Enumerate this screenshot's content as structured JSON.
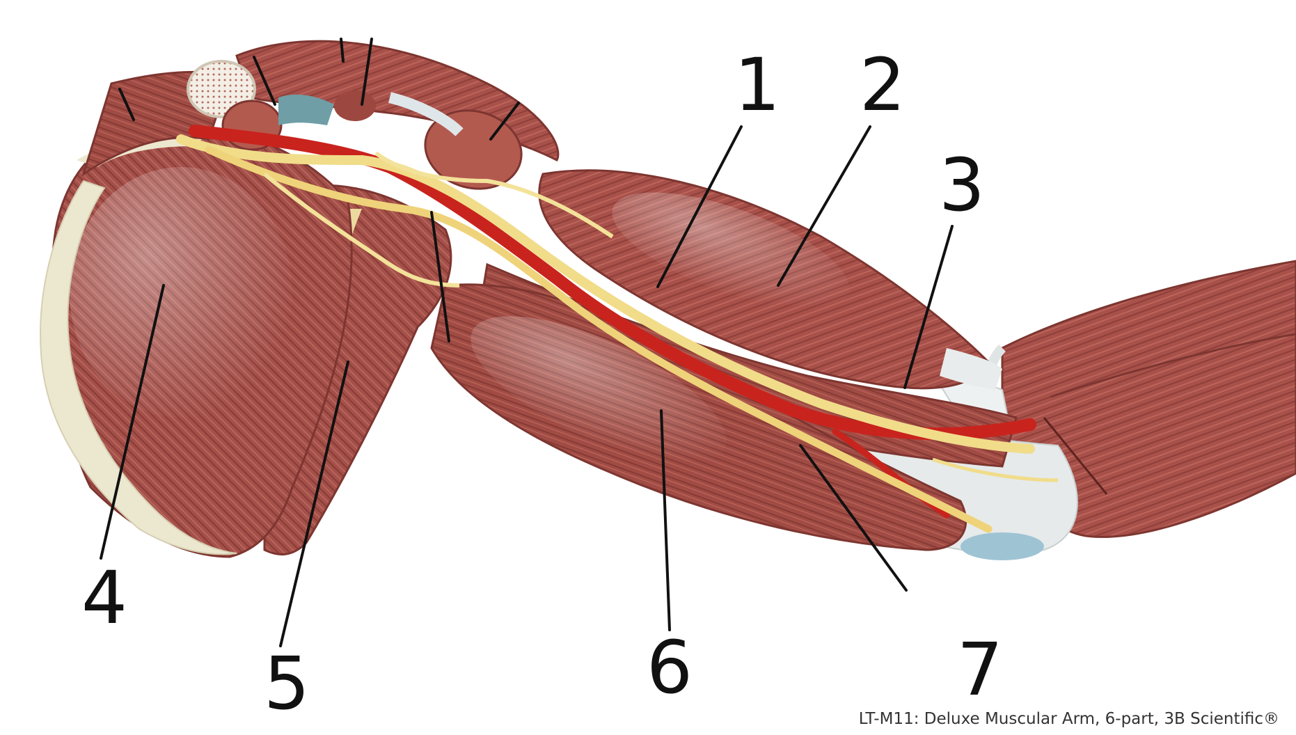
{
  "caption": "LT-M11: Deluxe Muscular Arm, 6-part, 3B Scientific®",
  "labels": [
    {
      "id": "1",
      "text": "1"
    },
    {
      "id": "2",
      "text": "2"
    },
    {
      "id": "3",
      "text": "3"
    },
    {
      "id": "4",
      "text": "4"
    },
    {
      "id": "5",
      "text": "5"
    },
    {
      "id": "6",
      "text": "6"
    },
    {
      "id": "7",
      "text": "7"
    }
  ],
  "colors": {
    "muscle": "#a8514a",
    "muscle_dark": "#7d3530",
    "muscle_light": "#c7766a",
    "tendon": "#e9ecec",
    "cartilage": "#ece7cf",
    "nerve": "#f1dc8a",
    "artery": "#c9231d",
    "vein": "#6f9ea6",
    "bone": "#f4efe6",
    "leader": "#111111"
  }
}
